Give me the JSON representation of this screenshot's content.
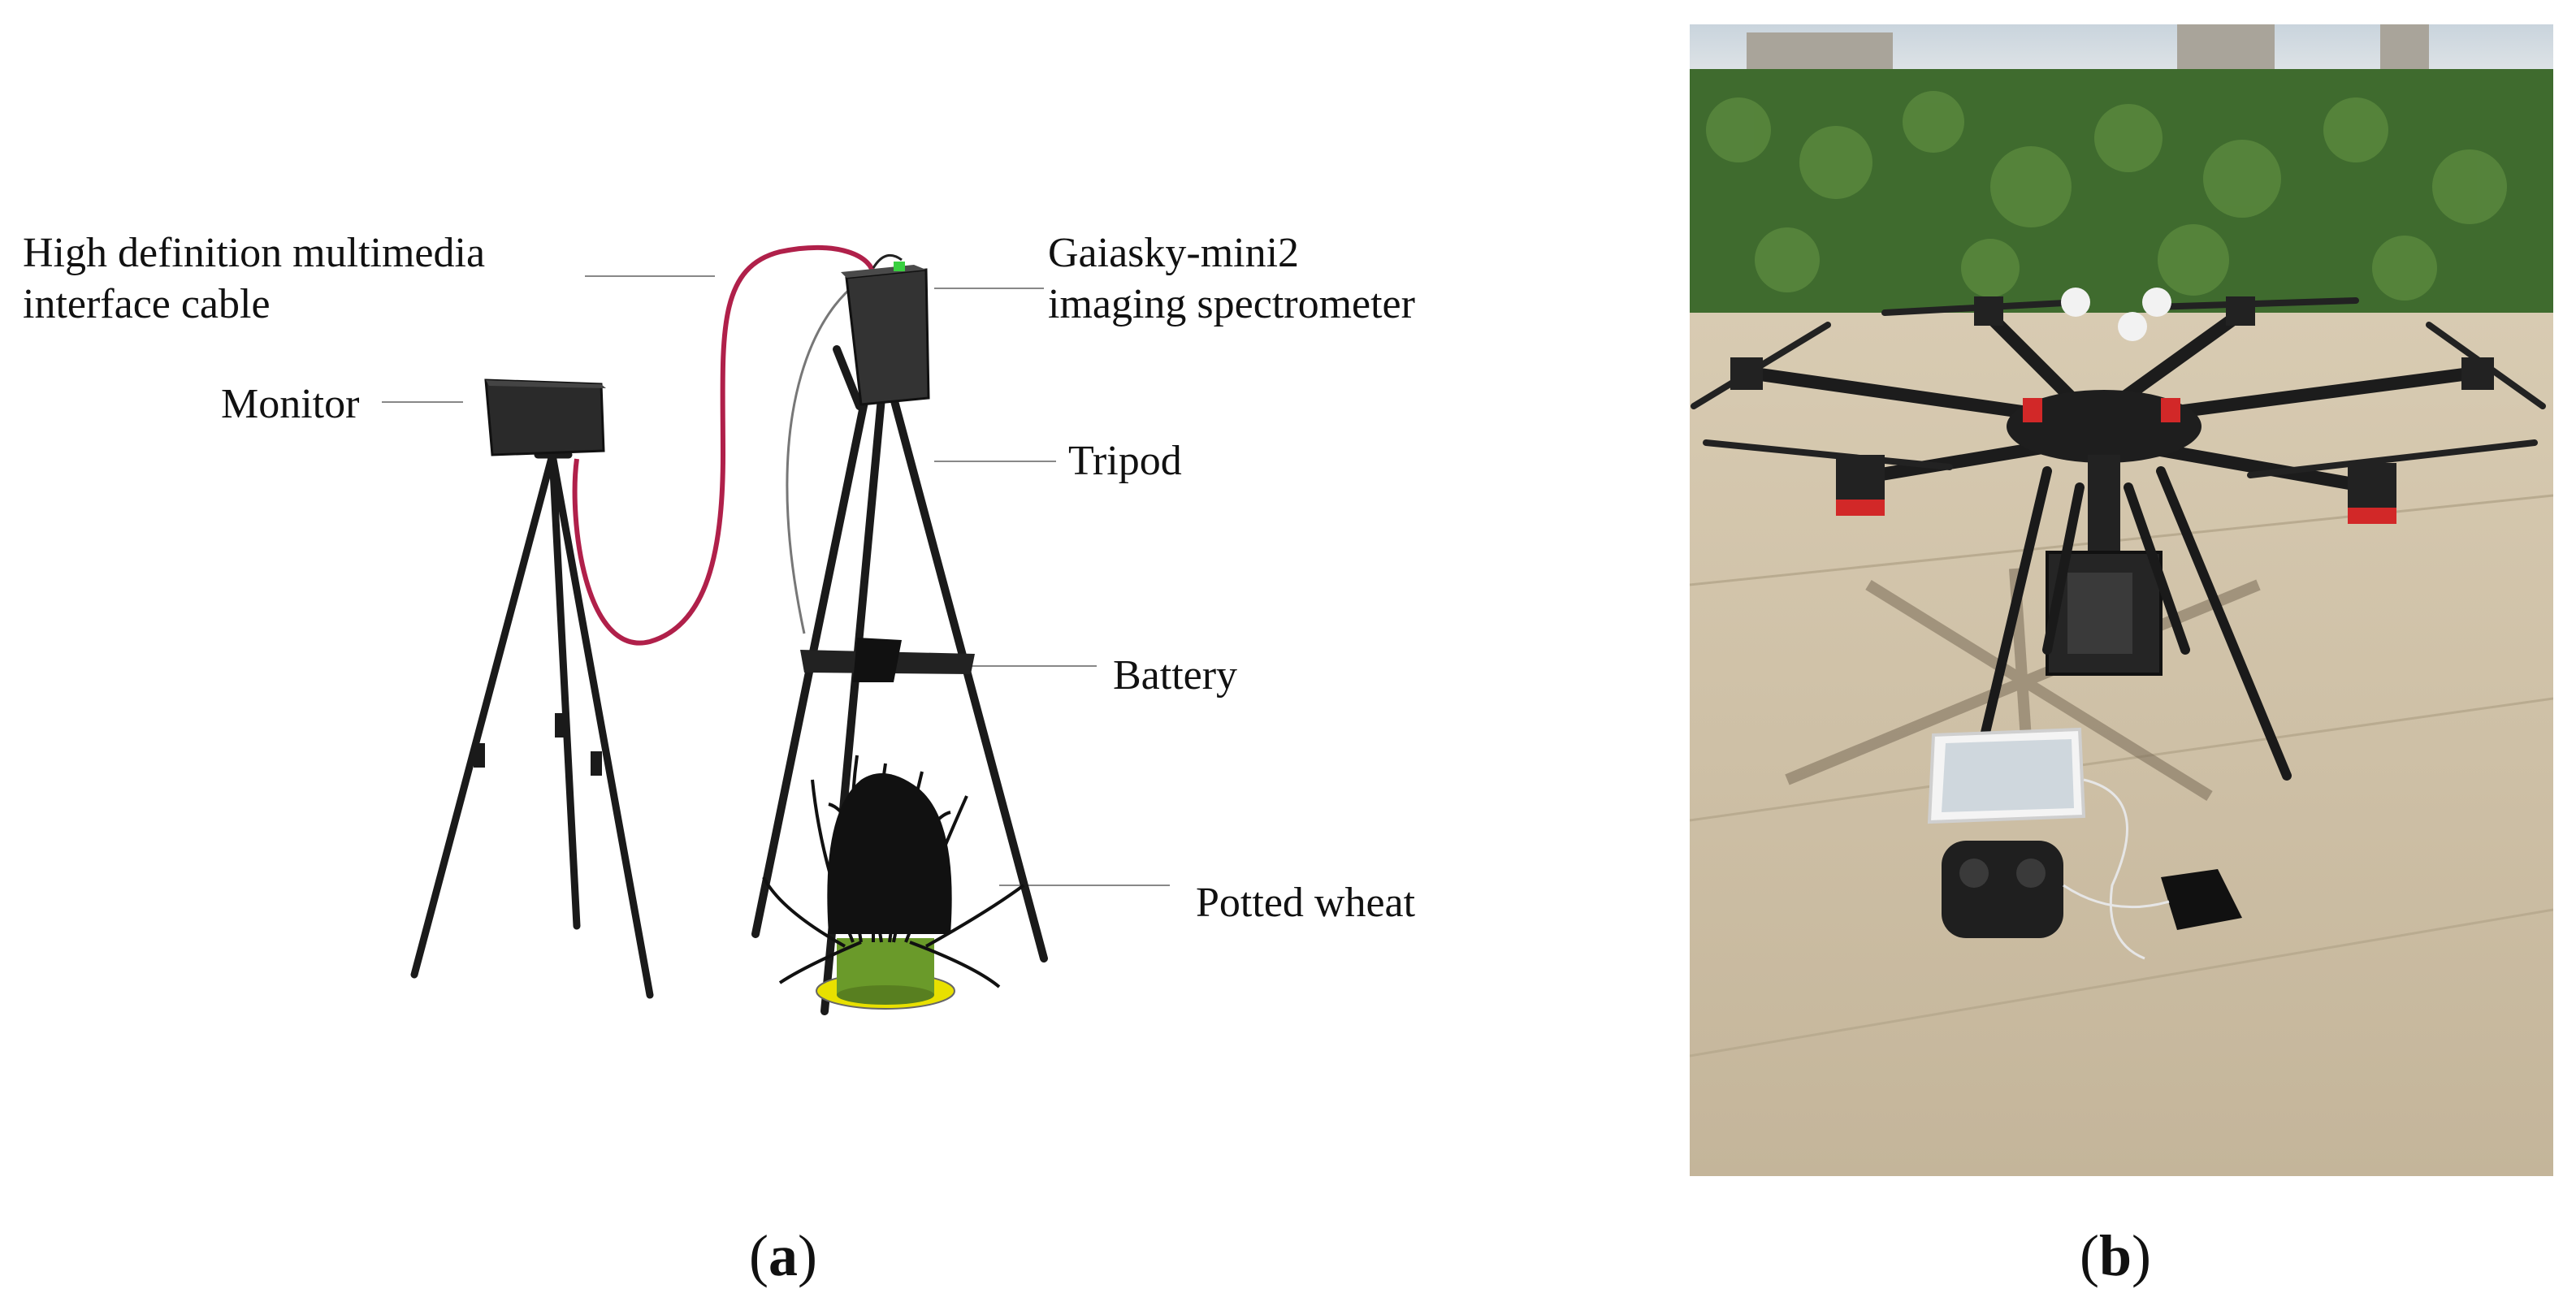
{
  "panel_a": {
    "labels": {
      "hdmi_line1": "High definition multimedia",
      "hdmi_line2": "interface cable",
      "spectrometer_line1": "Gaiasky-mini2",
      "spectrometer_line2": "imaging spectrometer",
      "monitor": "Monitor",
      "tripod": "Tripod",
      "battery": "Battery",
      "potted_wheat": "Potted wheat"
    },
    "caption_letter": "a"
  },
  "panel_b": {
    "caption_letter": "b"
  },
  "caption_open": "(",
  "caption_close": ")",
  "colors": {
    "cable": "#b0204a",
    "pot_green": "#6a9a2a",
    "pot_base_yellow": "#e8e000",
    "led_green": "#39d040",
    "device_black": "#2a2a2a"
  }
}
